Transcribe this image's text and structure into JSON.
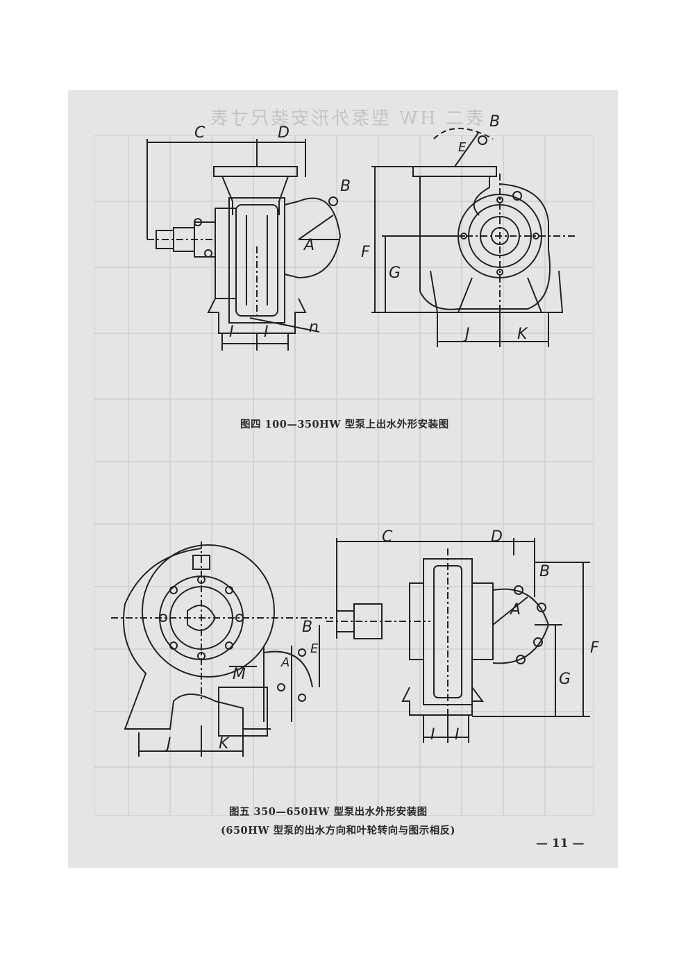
{
  "page": {
    "background_table_title": "表二  HW 型泵外形安装尺寸表",
    "page_number": "— 11 —",
    "colors": {
      "paper": "#e5e5e5",
      "ink": "#2a2a2a",
      "ghost": "#c4c4c4"
    }
  },
  "figure4": {
    "caption": "图四  100—350HW 型泵上出水外形安装图",
    "labels": {
      "C": "C",
      "D": "D",
      "B": "B",
      "A": "A",
      "E": "E",
      "F": "F",
      "G": "G",
      "I1": "I",
      "I2": "I",
      "n": "n",
      "J": "J",
      "K": "K"
    }
  },
  "figure5": {
    "caption": "图五  350—650HW 型泵出水外形安装图",
    "note": "(650HW 型泵的出水方向和叶轮转向与图示相反)",
    "labels": {
      "C": "C",
      "D": "D",
      "B": "B",
      "A": "A",
      "E": "E",
      "F": "F",
      "G": "G",
      "M": "M",
      "I1": "I",
      "I2": "I",
      "J": "J",
      "K": "K",
      "B2": "B"
    }
  }
}
